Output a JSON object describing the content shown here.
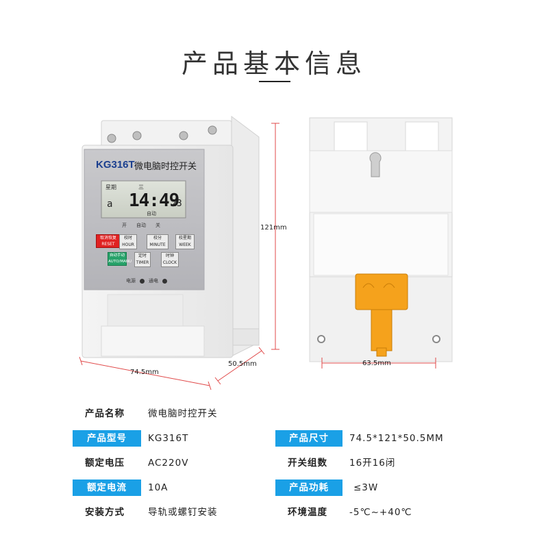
{
  "page": {
    "title": "产品基本信息"
  },
  "product": {
    "model_label": "KG316T",
    "name_label": "微电脑时控开关",
    "lcd": {
      "weekday_label": "星期",
      "weekday_value": "三",
      "time": "14:49",
      "seconds": "23",
      "left_digit": "a",
      "mode": "自动"
    },
    "switch_row": [
      "开",
      "自动",
      "关"
    ],
    "buttons": [
      {
        "top": "取消恢复",
        "bottom": "RESET",
        "color": "#e02222"
      },
      {
        "top": "校时",
        "bottom": "HOUR",
        "color": "#e8e8e8"
      },
      {
        "top": "校分",
        "bottom": "MINUTE",
        "color": "#e8e8e8"
      },
      {
        "top": "校星期",
        "bottom": "WEEK",
        "color": "#e8e8e8"
      },
      {
        "top": "自动手动",
        "bottom": "AUTO/MANU",
        "color": "#28a26a"
      },
      {
        "top": "定时",
        "bottom": "TIMER",
        "color": "#e8e8e8"
      },
      {
        "top": "时钟",
        "bottom": "CLOCK",
        "color": "#e8e8e8"
      }
    ],
    "indicators": [
      "电源",
      "通电"
    ]
  },
  "dimensions": {
    "height": "121mm",
    "width": "74.5mm",
    "depth": "50.5mm",
    "mount": "63.5mm"
  },
  "specs": [
    {
      "label": "产品名称",
      "value": "微电脑时控开关",
      "hl": false
    },
    {
      "label": "产品型号",
      "value": "KG316T",
      "hl": true,
      "label2": "产品尺寸",
      "value2": "74.5*121*50.5MM",
      "hl2": true
    },
    {
      "label": "额定电压",
      "value": "AC220V",
      "hl": false,
      "label2": "开关组数",
      "value2": "16开16闭",
      "hl2": false
    },
    {
      "label": "额定电流",
      "value": "10A",
      "hl": true,
      "label2": "产品功耗",
      "value2": "≤3W",
      "hl2": true
    },
    {
      "label": "安装方式",
      "value": "导轨或螺钉安装",
      "hl": false,
      "label2": "环境温度",
      "value2": "-5℃~+40℃",
      "hl2": false
    }
  ],
  "colors": {
    "accent": "#1aa0e6",
    "dimension_line": "#e04848",
    "clip": "#f5a21c"
  }
}
